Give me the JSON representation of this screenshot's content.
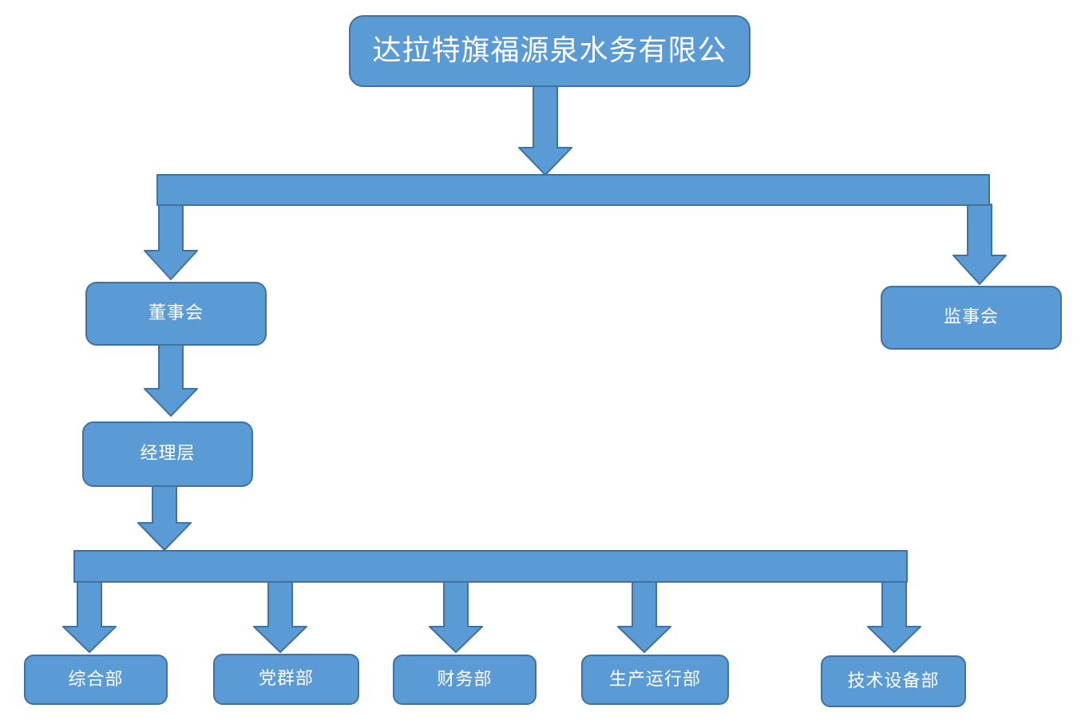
{
  "diagram": {
    "type": "organization-chart",
    "background_color": "#FFFFFF",
    "node_fill_color": "#5B9BD5",
    "node_border_color": "#41719C",
    "node_text_color": "#FFFFFF",
    "nodes": {
      "root": "达拉特旗福源泉水务有限公",
      "board": "董事会",
      "supervisory": "监事会",
      "management": "经理层",
      "dept_general": "综合部",
      "dept_party": "党群部",
      "dept_finance": "财务部",
      "dept_production": "生产运行部",
      "dept_technical": "技术设备部"
    },
    "hierarchy": {
      "label": "达拉特旗福源泉水务有限公",
      "children": [
        {
          "label": "董事会",
          "children": [
            {
              "label": "经理层",
              "children": [
                {
                  "label": "综合部"
                },
                {
                  "label": "党群部"
                },
                {
                  "label": "财务部"
                },
                {
                  "label": "生产运行部"
                },
                {
                  "label": "技术设备部"
                }
              ]
            }
          ]
        },
        {
          "label": "监事会"
        }
      ]
    }
  }
}
